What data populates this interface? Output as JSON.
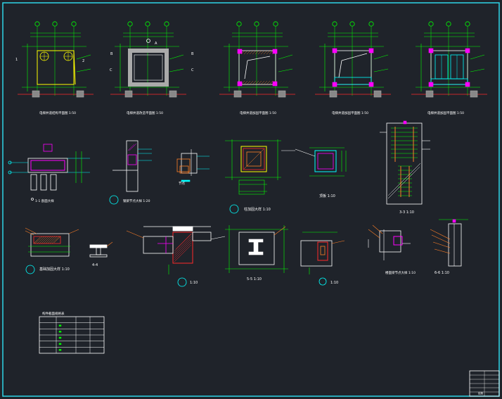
{
  "drawing": {
    "background": "#1f232a",
    "border_color": "#2fd4e6",
    "colors": {
      "green": "#00ff00",
      "yellow": "#ffff00",
      "white": "#ffffff",
      "cyan": "#00ffff",
      "magenta": "#ff00ff",
      "red": "#ff2a2a",
      "orange": "#ff7f27",
      "grey": "#aaaaaa"
    }
  },
  "row1": {
    "titles": [
      "电梯井道结构平面图 1:50",
      "电梯井道改造平面图 1:50",
      "电梯井道加固平面图 1:50",
      "电梯井道加固平面图 1:50",
      "电梯井道加固平面图 1:50"
    ],
    "axis_labels": [
      "1",
      "2",
      "A",
      "B",
      "C"
    ]
  },
  "row2": {
    "labels": [
      "1-1 剖面大样",
      "钢梁节点大样 1:20",
      "节点",
      "柱加固大样 1:10",
      "顶板 1:10",
      "3-3 1:10"
    ]
  },
  "row3": {
    "labels": [
      "基础加固大样 1:10",
      "4-4",
      "1:10",
      "5-5 1:10",
      "1:10",
      "楼面梁节点大样 1:10",
      "6-6 1:10"
    ]
  },
  "table": {
    "title": "构件截面规格表",
    "rows": 5,
    "cols": 4
  },
  "title_block": {
    "label": "结施"
  }
}
